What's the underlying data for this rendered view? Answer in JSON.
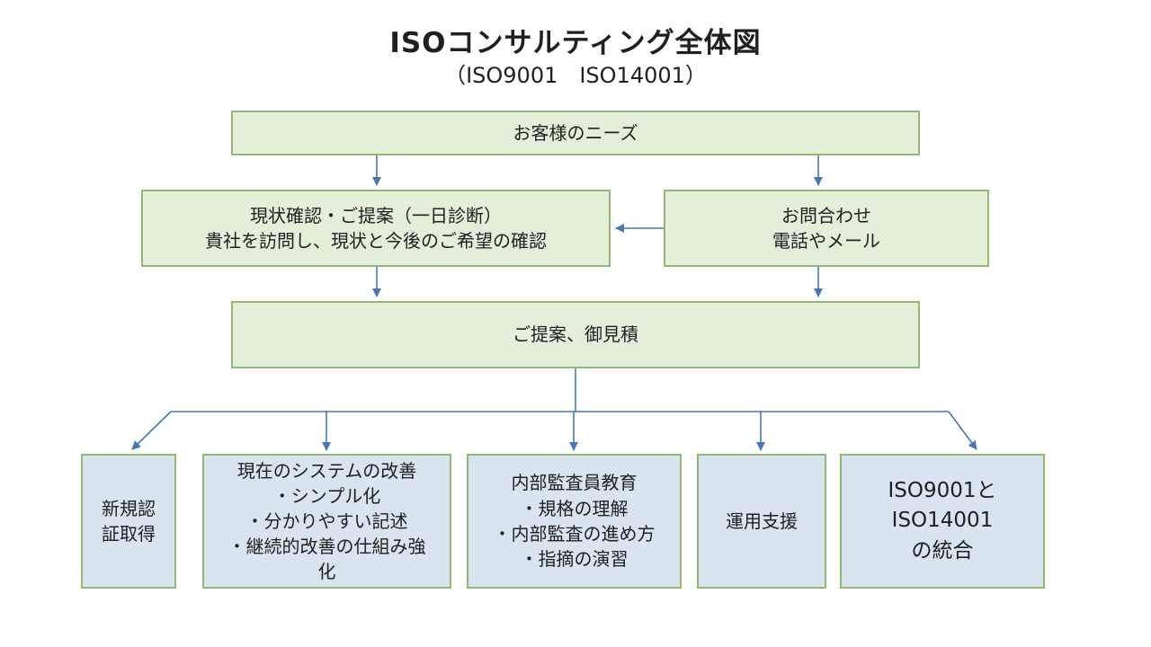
{
  "title": "ISOコンサルティング全体図",
  "subtitle": "（ISO9001　ISO14001）",
  "colors": {
    "green_box_fill": "#e4efda",
    "blue_box_fill": "#d8e4f0",
    "box_border": "#92b873",
    "arrow": "#4876b4",
    "text": "#202020"
  },
  "flow": {
    "needs": {
      "label": "お客様のニーズ"
    },
    "assessment": {
      "line1": "現状確認・ご提案（一日診断）",
      "line2": "貴社を訪問し、現状と今後のご希望の確認"
    },
    "inquiry": {
      "line1": "お問合わせ",
      "line2": "電話やメール"
    },
    "proposal": {
      "label": "ご提案、御見積"
    },
    "services": [
      {
        "label": "新規認証取得"
      },
      {
        "lines": [
          "現在のシステムの改善",
          "・シンプル化",
          "・分かりやすい記述",
          "・継続的改善の仕組み強化"
        ]
      },
      {
        "lines": [
          "内部監査員教育",
          "・規格の理解",
          "・内部監査の進め方",
          "・指摘の演習"
        ]
      },
      {
        "label": "運用支援"
      },
      {
        "lines": [
          "ISO9001と",
          "ISO14001",
          "の統合"
        ]
      }
    ]
  }
}
